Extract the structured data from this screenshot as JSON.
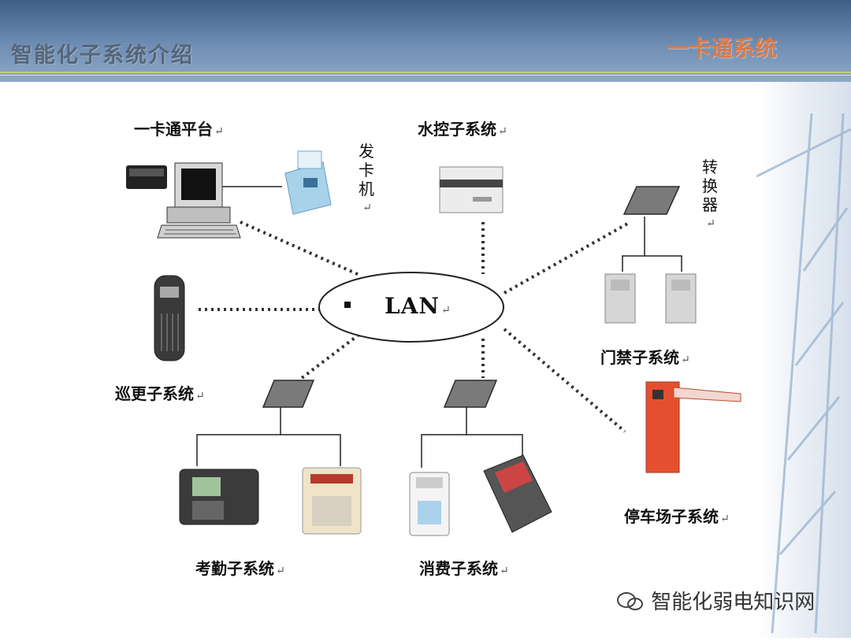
{
  "header": {
    "title": "智能化子系统介绍",
    "subtitle": "一卡通系统"
  },
  "network": {
    "center_label": "LAN"
  },
  "nodes": {
    "platform": "一卡通平台",
    "card_issuer": "发卡机",
    "water_control": "水控子系统",
    "converter": "转换器",
    "access_control": "门禁子系统",
    "patrol": "巡更子系统",
    "parking": "停车场子系统",
    "attendance": "考勤子系统",
    "consumption": "消费子系统"
  },
  "return_mark": "↵",
  "watermark": "智能化弱电知识网"
}
